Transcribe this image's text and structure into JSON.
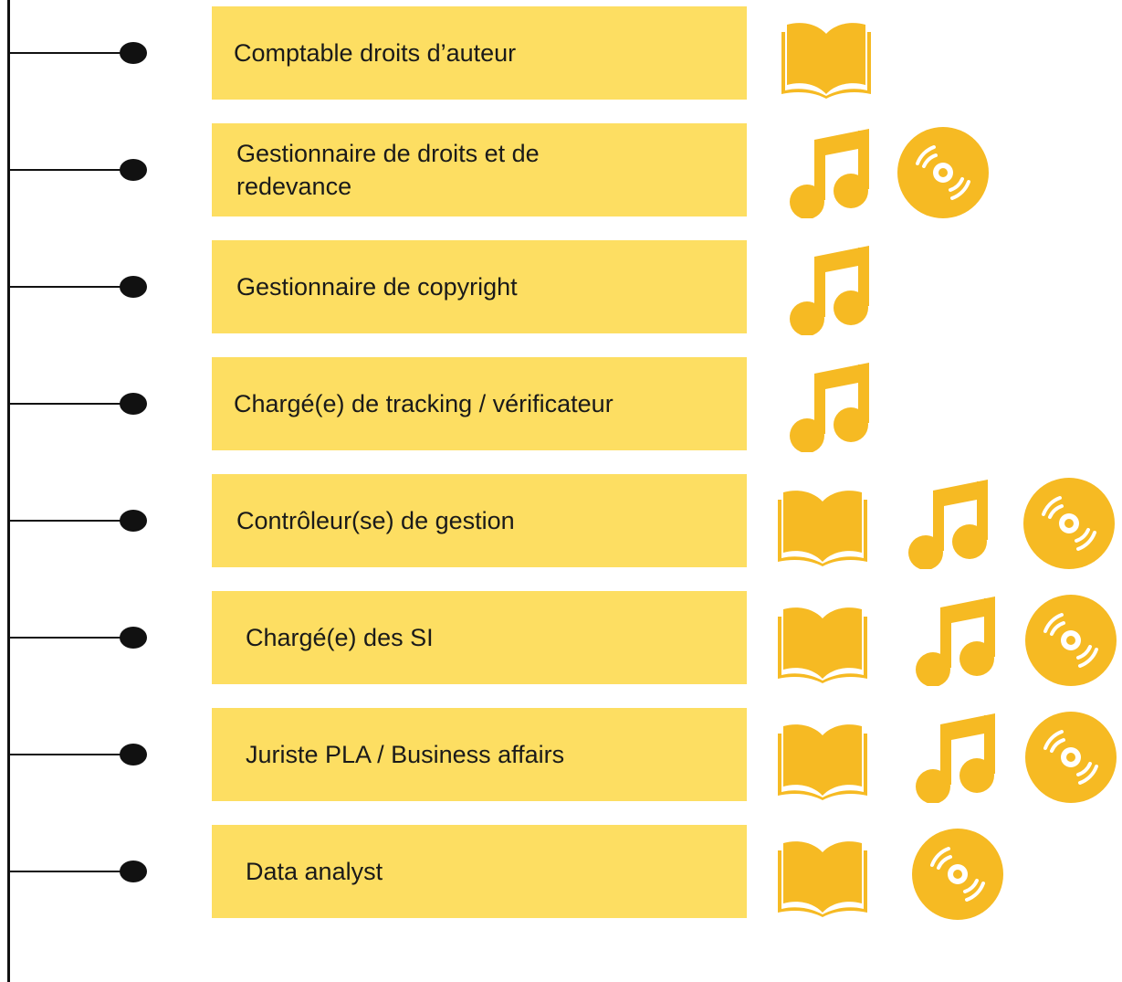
{
  "colors": {
    "box_fill": "#FDDE62",
    "icon_fill": "#F6BA23",
    "line": "#111111",
    "text": "#1a1a1a"
  },
  "roles": [
    {
      "label": "Comptable droits d’auteur",
      "icons": [
        "book-icon"
      ]
    },
    {
      "label": "Gestionnaire de droits et de\nredevance",
      "icons": [
        "music-note-icon",
        "vinyl-record-icon"
      ]
    },
    {
      "label": "Gestionnaire de copyright",
      "icons": [
        "music-note-icon"
      ]
    },
    {
      "label": "Chargé(e) de tracking / vérificateur",
      "icons": [
        "music-note-icon"
      ]
    },
    {
      "label": "Contrôleur(se) de gestion",
      "icons": [
        "book-icon",
        "music-note-icon",
        "vinyl-record-icon"
      ]
    },
    {
      "label": "Chargé(e) des SI",
      "icons": [
        "book-icon",
        "music-note-icon",
        "vinyl-record-icon"
      ]
    },
    {
      "label": "Juriste PLA / Business affairs",
      "icons": [
        "book-icon",
        "music-note-icon",
        "vinyl-record-icon"
      ]
    },
    {
      "label": "Data analyst",
      "icons": [
        "book-icon",
        "vinyl-record-icon"
      ]
    }
  ]
}
